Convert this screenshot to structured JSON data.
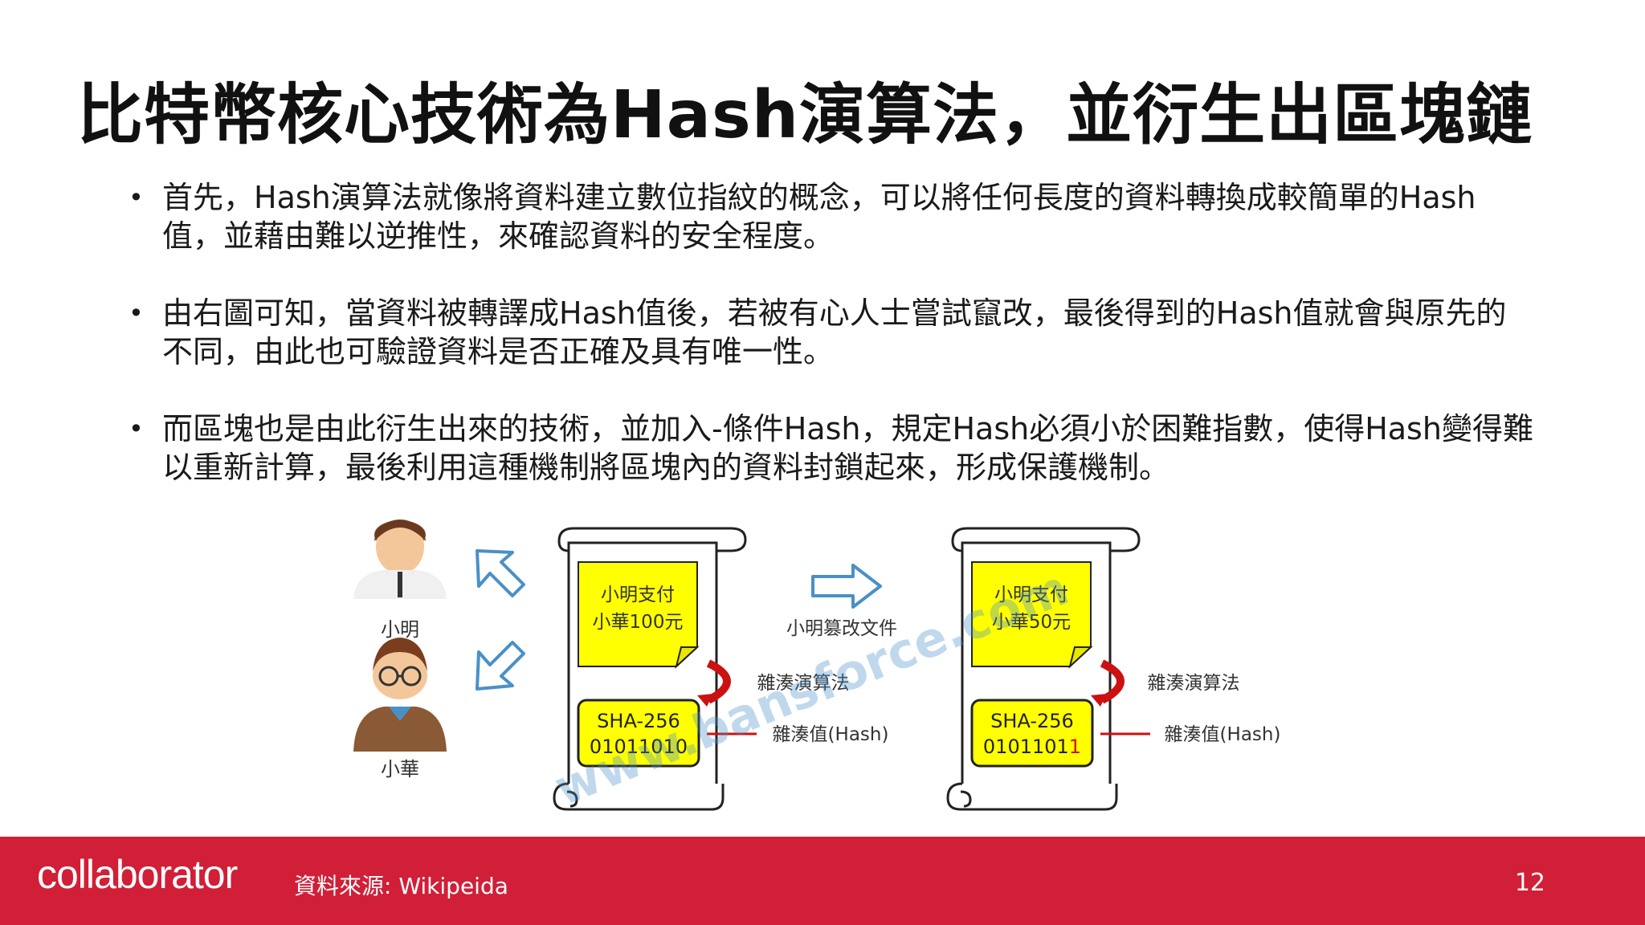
{
  "slide": {
    "title": "比特幣核心技術為Hash演算法，並衍生出區塊鏈",
    "page_number": "12"
  },
  "bullets": [
    {
      "text": "首先，Hash演算法就像將資料建立數位指紋的概念，可以將任何長度的資料轉換成較簡單的Hash值，並藉由難以逆推性，來確認資料的安全程度。"
    },
    {
      "text": "由右圖可知，當資料被轉譯成Hash值後，若被有心人士嘗試竄改，最後得到的Hash值就會與原先的不同，由此也可驗證資料是否正確及具有唯一性。"
    },
    {
      "text": "而區塊也是由此衍生出來的技術，並加入-條件Hash，規定Hash必須小於困難指數，使得Hash變得難以重新計算，最後利用這種機制將區塊內的資料封鎖起來，形成保護機制。"
    }
  ],
  "figure": {
    "person1": "小明",
    "person2": "小華",
    "doc1_line1": "小明支付",
    "doc1_line2": "小華100元",
    "doc1_algo": "雜湊演算法",
    "doc1_hash_name": "SHA-256",
    "doc1_hash_value": "01011010",
    "doc1_hash_label": "雜湊值(Hash)",
    "tamper_label": "小明篡改文件",
    "doc2_line1": "小明支付",
    "doc2_line2": "小華50元",
    "doc2_algo": "雜湊演算法",
    "doc2_hash_name": "SHA-256",
    "doc2_hash_value_prefix": "0101101",
    "doc2_hash_value_changed": "1",
    "doc2_hash_label": "雜湊值(Hash)",
    "watermark": "www.bansforce.com"
  },
  "footer": {
    "brand": "collaborator",
    "source": "資料來源: Wikipeida"
  },
  "colors": {
    "footer_bg": "#d11f37",
    "note_yellow": "#ffff00",
    "arrow_blue": "#4a90c8",
    "curve_red": "#cc1111"
  }
}
